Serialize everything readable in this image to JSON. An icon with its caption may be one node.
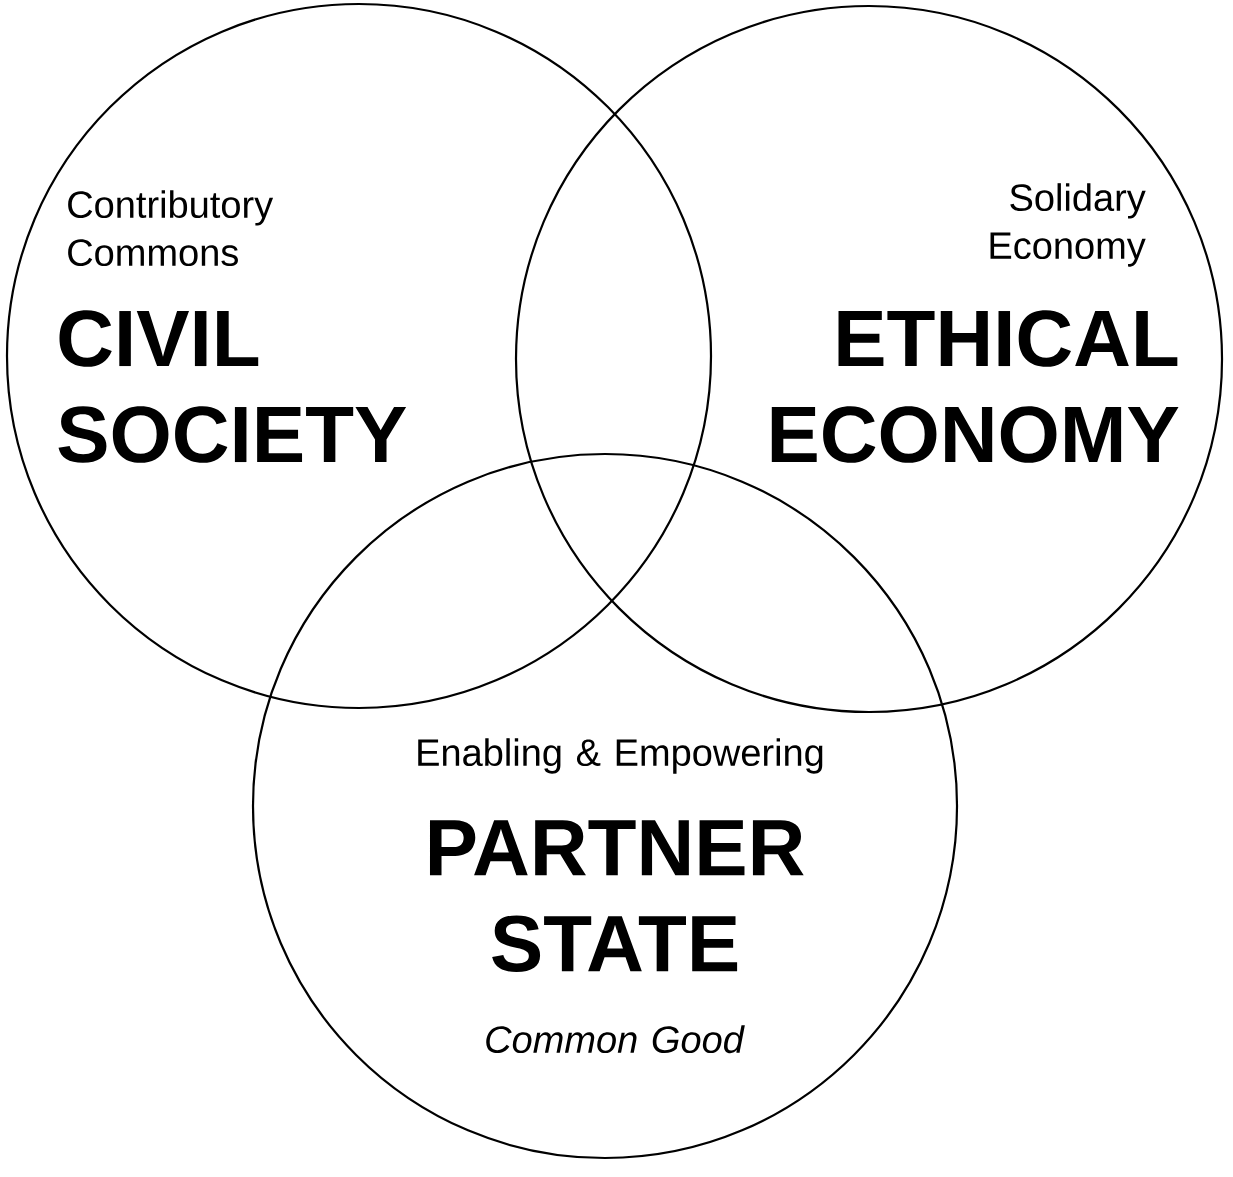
{
  "diagram": {
    "nodes": [
      {
        "text": [
          "Contributory Commons",
          "CIVIL SOCIETY"
        ]
      },
      {
        "text": [
          "Solidary Economy",
          "ETHICAL ECONOMY"
        ]
      },
      {
        "text": [
          "Enabling & Empowering",
          "PARTNER STATE",
          "Common Good"
        ]
      }
    ]
  }
}
